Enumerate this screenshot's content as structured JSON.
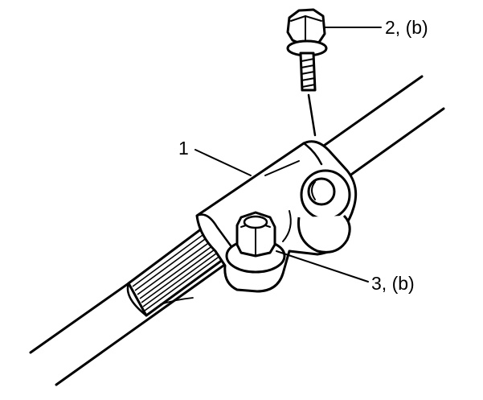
{
  "callouts": [
    {
      "id": "1",
      "label": "1"
    },
    {
      "id": "2",
      "label": "2, (b)"
    },
    {
      "id": "3",
      "label": "3, (b)"
    }
  ],
  "colors": {
    "ink": "#000000",
    "background": "#ffffff"
  }
}
